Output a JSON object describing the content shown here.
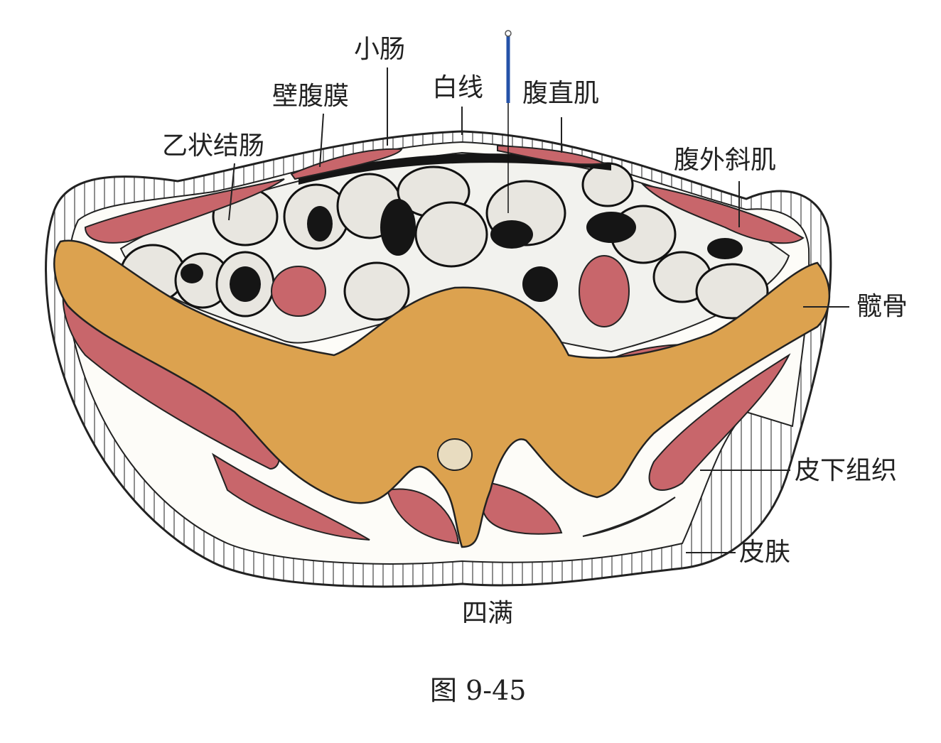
{
  "labels": {
    "small_intestine": "小肠",
    "linea_alba": "白线",
    "rectus_abdominis": "腹直肌",
    "parietal_peritoneum": "壁腹膜",
    "sigmoid_colon": "乙状结肠",
    "external_oblique": "腹外斜肌",
    "hip_bone": "髋骨",
    "subcutaneous_tissue": "皮下组织",
    "skin": "皮肤",
    "acupoint": "四满"
  },
  "caption": "图 9-45",
  "colors": {
    "muscle": "#c8666b",
    "bone": "#dca24f",
    "needle": "#2452a8",
    "skin_line": "#333333"
  }
}
